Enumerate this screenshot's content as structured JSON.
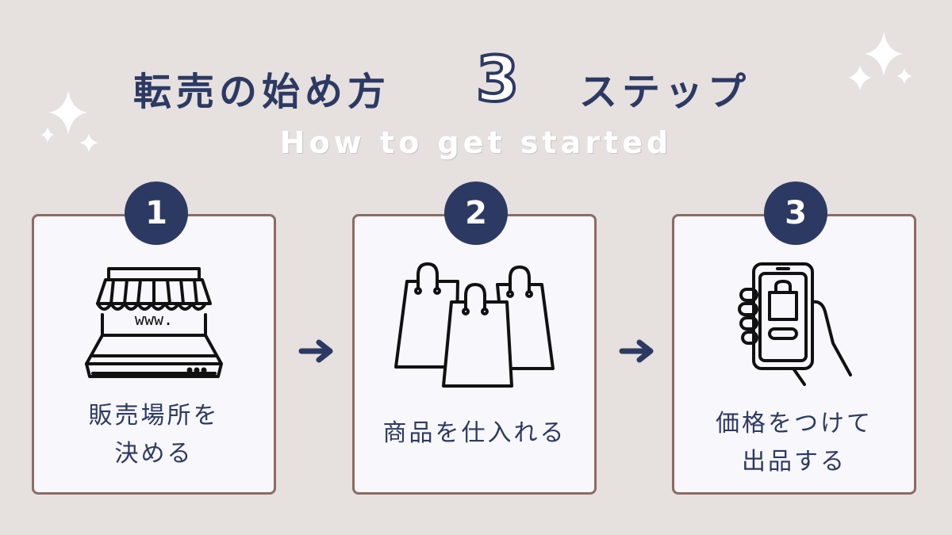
{
  "title": {
    "left": "転売の始め方",
    "number": "3",
    "right": "ステップ"
  },
  "subtitle": "How to get started",
  "steps": [
    {
      "number": "1",
      "line1": "販売場所を",
      "line2": "決める",
      "screen_text": "www.",
      "icon": "storefront-laptop-icon"
    },
    {
      "number": "2",
      "line1": "商品を仕入れる",
      "icon": "shopping-bags-icon"
    },
    {
      "number": "3",
      "line1": "価格をつけて",
      "line2": "出品する",
      "icon": "smartphone-hand-icon"
    }
  ],
  "colors": {
    "background": "#e6e0df",
    "navy": "#2c3a63",
    "card": "#f8f7fc",
    "card_border": "#8e6b62"
  }
}
